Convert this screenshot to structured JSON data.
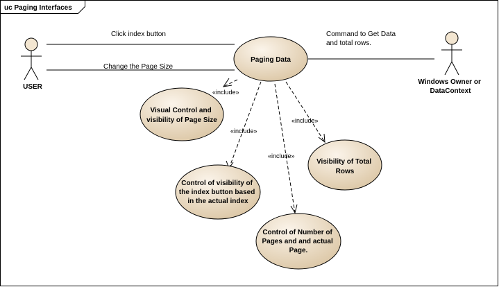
{
  "frame": {
    "title": "uc Paging Interfaces"
  },
  "actors": [
    {
      "id": "user",
      "label_lines": [
        "USER"
      ]
    },
    {
      "id": "owner",
      "label_lines": [
        "Windows Owner or",
        "DataContext"
      ]
    }
  ],
  "use_cases": [
    {
      "id": "paging",
      "label_lines": [
        "Paging Data"
      ]
    },
    {
      "id": "visual",
      "label_lines": [
        "Visual Control and",
        "visibility of Page Size"
      ]
    },
    {
      "id": "indexbtn",
      "label_lines": [
        "Control of visibility of",
        "the index button based",
        "in the actual index"
      ]
    },
    {
      "id": "pages",
      "label_lines": [
        "Control of Number of",
        "Pages and and actual",
        "Page."
      ]
    },
    {
      "id": "total",
      "label_lines": [
        "Visibility of Total",
        "Rows"
      ]
    }
  ],
  "associations": [
    {
      "id": "click",
      "label_lines": [
        "Click index button"
      ]
    },
    {
      "id": "pagesize",
      "label_lines": [
        "Change the Page Size"
      ]
    },
    {
      "id": "command",
      "label_lines": [
        "Command to Get Data",
        "and total rows."
      ]
    }
  ],
  "include_label": "«include»",
  "colors": {
    "usecase_fill_light": "#fbf4ea",
    "usecase_fill_dark": "#dcc7a6",
    "actor_fill": "#f3e6d1",
    "stroke": "#000000"
  }
}
